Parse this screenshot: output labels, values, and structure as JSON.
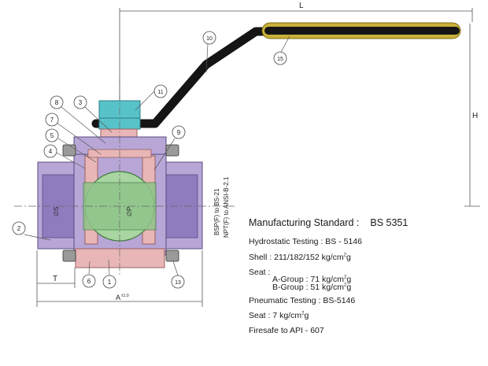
{
  "colors": {
    "body": "#b7a6d6",
    "body_dark": "#8f7cbf",
    "ball": "#a9d5a3",
    "seat": "#e8b6b6",
    "seat_dark": "#c98f8f",
    "handle": "#151515",
    "grip": "#c9b03a",
    "nut": "#58c2c9",
    "bolt": "#9a9a9a",
    "leader": "#555555"
  },
  "dimensions": {
    "length": "L",
    "height": "H",
    "end_length": "T",
    "overall_width": "A",
    "overall_width_tol": "±1.0",
    "port_s": "∅S",
    "port_p": "∅P",
    "thread_note_1": "BSP(F) to BS-21",
    "thread_note_2": "NPT(F) to ANSI-B-2.1"
  },
  "callouts": [
    "1",
    "2",
    "3",
    "4",
    "5",
    "6",
    "7",
    "8",
    "9",
    "10",
    "11",
    "13",
    "15"
  ],
  "specs": {
    "title_label": "Manufacturing Standard :",
    "title_value": "BS 5351",
    "hydro": "Hydrostatic Testing  : BS - 5146",
    "shell_prefix": "Shell : 211/182/152 kg/cm",
    "seat_label": "Seat :",
    "group_a_prefix": "A-Group  : 71 kg/cm",
    "group_b_prefix": "B-Group  : 51 kg/cm",
    "pneumatic": "Pneumatic Testing : BS-5146",
    "seat_pressure_prefix": "Seat : 7 kg/cm",
    "sup": "2",
    "suffix_g": "g",
    "firesafe": "Firesafe to API - 607"
  }
}
